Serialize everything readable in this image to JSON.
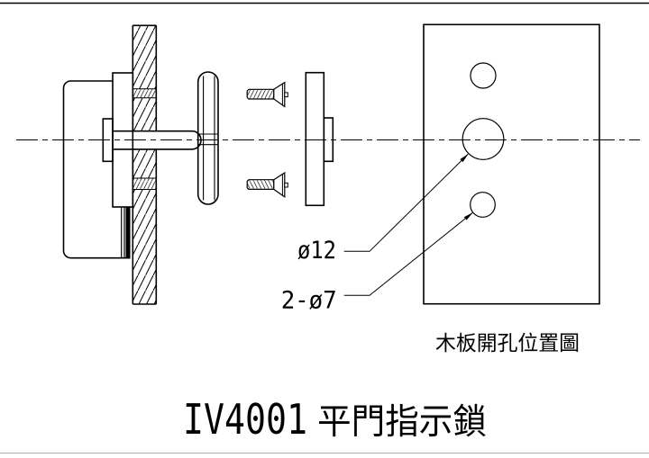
{
  "drawing": {
    "title": {
      "model": "IV4001",
      "name": "平門指示鎖"
    },
    "caption": "木板開孔位置圖",
    "labels": {
      "center_hole": "ø12",
      "screw_holes": "2-ø7"
    },
    "board_holes": [
      {
        "id": "top-screw-hole",
        "label_ref": "2-ø7",
        "diameter": 7
      },
      {
        "id": "center-spindle-hole",
        "label_ref": "ø12",
        "diameter": 12
      },
      {
        "id": "bottom-screw-hole",
        "label_ref": "2-ø7",
        "diameter": 7
      }
    ],
    "colors": {
      "line": "#000000",
      "background": "#ffffff",
      "bottom_rule": "#aaaaaa"
    }
  }
}
